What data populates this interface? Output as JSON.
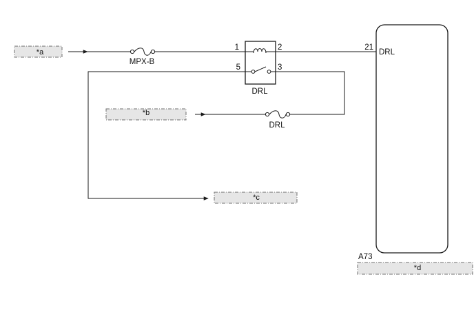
{
  "labels": {
    "a": "*a",
    "b": "*b",
    "c": "*c",
    "d": "*d"
  },
  "fuses": {
    "mpx_b": "MPX-B",
    "drl": "DRL"
  },
  "relay": {
    "name": "DRL",
    "pin_1": "1",
    "pin_2": "2",
    "pin_3": "3",
    "pin_5": "5"
  },
  "ecu": {
    "connector": "A73",
    "pin_number": "21",
    "pin_name": "DRL"
  },
  "colors": {
    "wire": "#1a1a1a",
    "label_fill": "#e6e6e6",
    "label_border": "#6f6f6f"
  }
}
